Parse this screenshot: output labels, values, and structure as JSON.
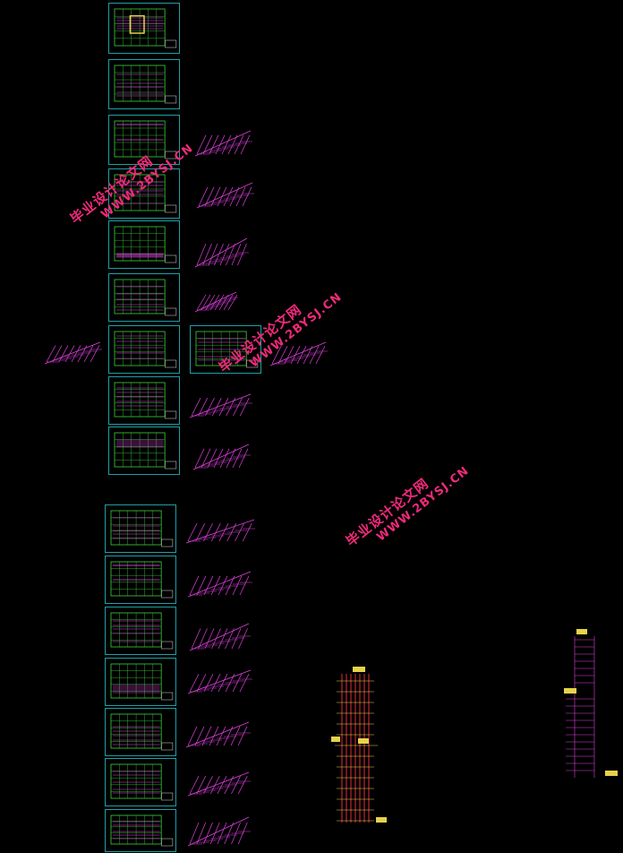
{
  "watermark": {
    "chinese": "毕业设计论文网",
    "url": "WWW.2BYSJ.CN"
  },
  "risers": {
    "left_caption": "",
    "right_caption": ""
  },
  "colors": {
    "background": "#000000",
    "sheet_border": "#1e9fa6",
    "wall": "#3cd23c",
    "pipe": "#e040e0",
    "accent_yellow": "#e6d24a",
    "riser_red": "#e0303a",
    "watermark": "#f02a7a"
  },
  "icons": [
    "drawing-sheet",
    "isometric-pipe-diagram",
    "riser-diagram"
  ]
}
